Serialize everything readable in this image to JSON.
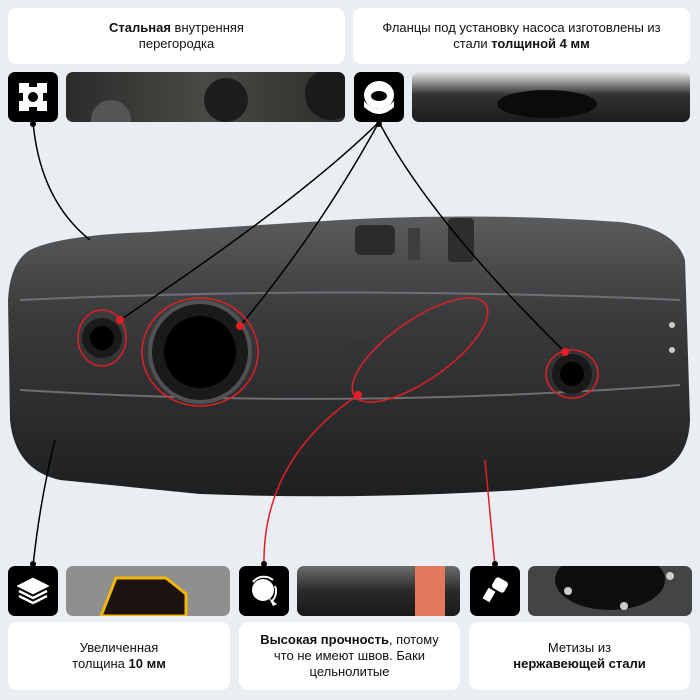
{
  "features": {
    "top_left": {
      "bold": "Стальная",
      "text": " внутренняя перегородка"
    },
    "top_right": {
      "text": "Фланцы под установку насоса изготовлены из стали ",
      "bold": "толщиной 4 мм"
    },
    "bottom_left": {
      "text": "Увеличенная толщина ",
      "bold": "10 мм"
    },
    "bottom_middle": {
      "bold": "Высокая прочность",
      "text": ", потому что не имеют швов. Баки цельнолитые"
    },
    "bottom_right": {
      "text": "Метизы из ",
      "bold": "нержавеющей стали"
    }
  },
  "colors": {
    "background": "#e9eef2",
    "accent": "#e31e24",
    "icon_bg": "#000000"
  }
}
